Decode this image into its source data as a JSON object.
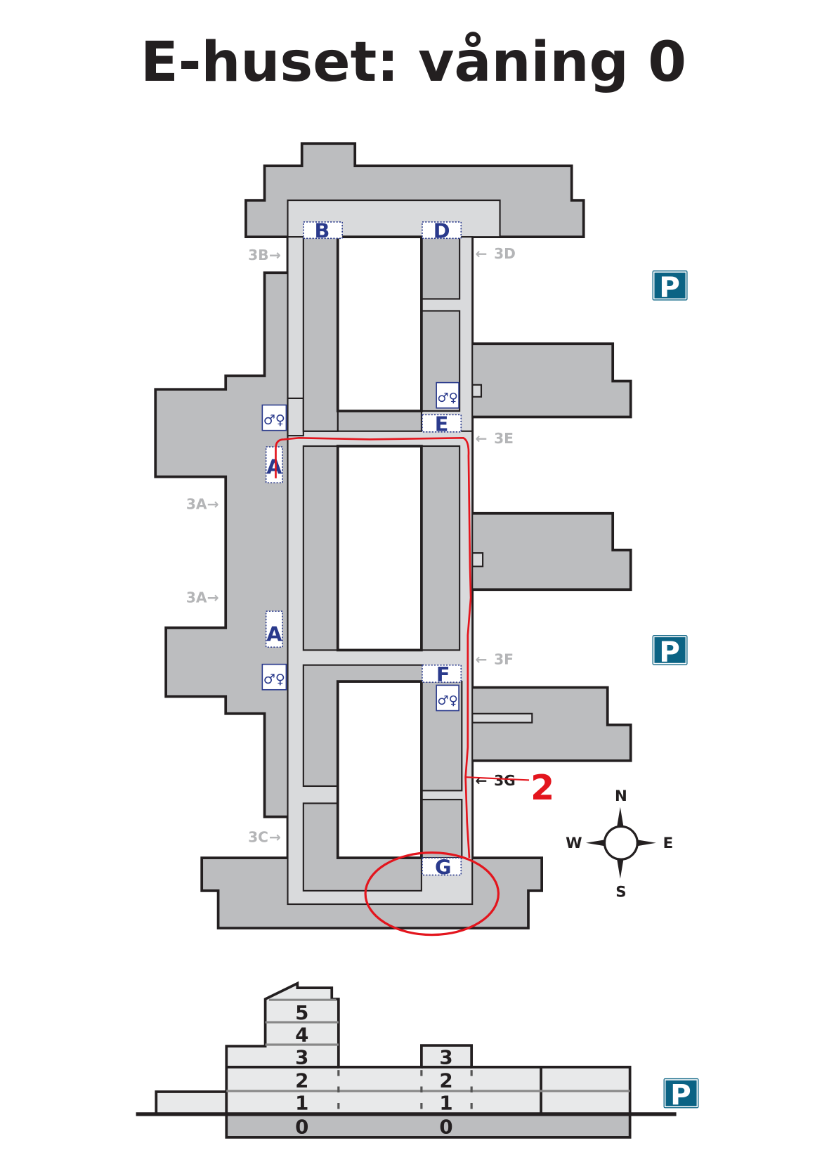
{
  "title": "E-huset: våning 0",
  "colors": {
    "building": "#bcbdbf",
    "corridor": "#d9dadc",
    "route": "#e3151d",
    "icon": "#2a3a8c",
    "parking": "#0b6384"
  },
  "stairs": {
    "b": "B",
    "d": "D",
    "e": "E",
    "a1": "A",
    "a2": "A",
    "f": "F",
    "g": "G"
  },
  "entrances": {
    "b": "3B",
    "d": "3D",
    "e": "3E",
    "a1": "3A",
    "a2": "3A",
    "f": "3F",
    "g": "3G",
    "c": "3C"
  },
  "route_number": "2",
  "compass": {
    "n": "N",
    "s": "S",
    "w": "W",
    "e": "E"
  },
  "parking": [
    "P",
    "P",
    "P"
  ],
  "section": {
    "left_tower": [
      "5",
      "4",
      "3",
      "2",
      "1",
      "0"
    ],
    "middle": [
      "3",
      "2",
      "1",
      "0"
    ]
  }
}
